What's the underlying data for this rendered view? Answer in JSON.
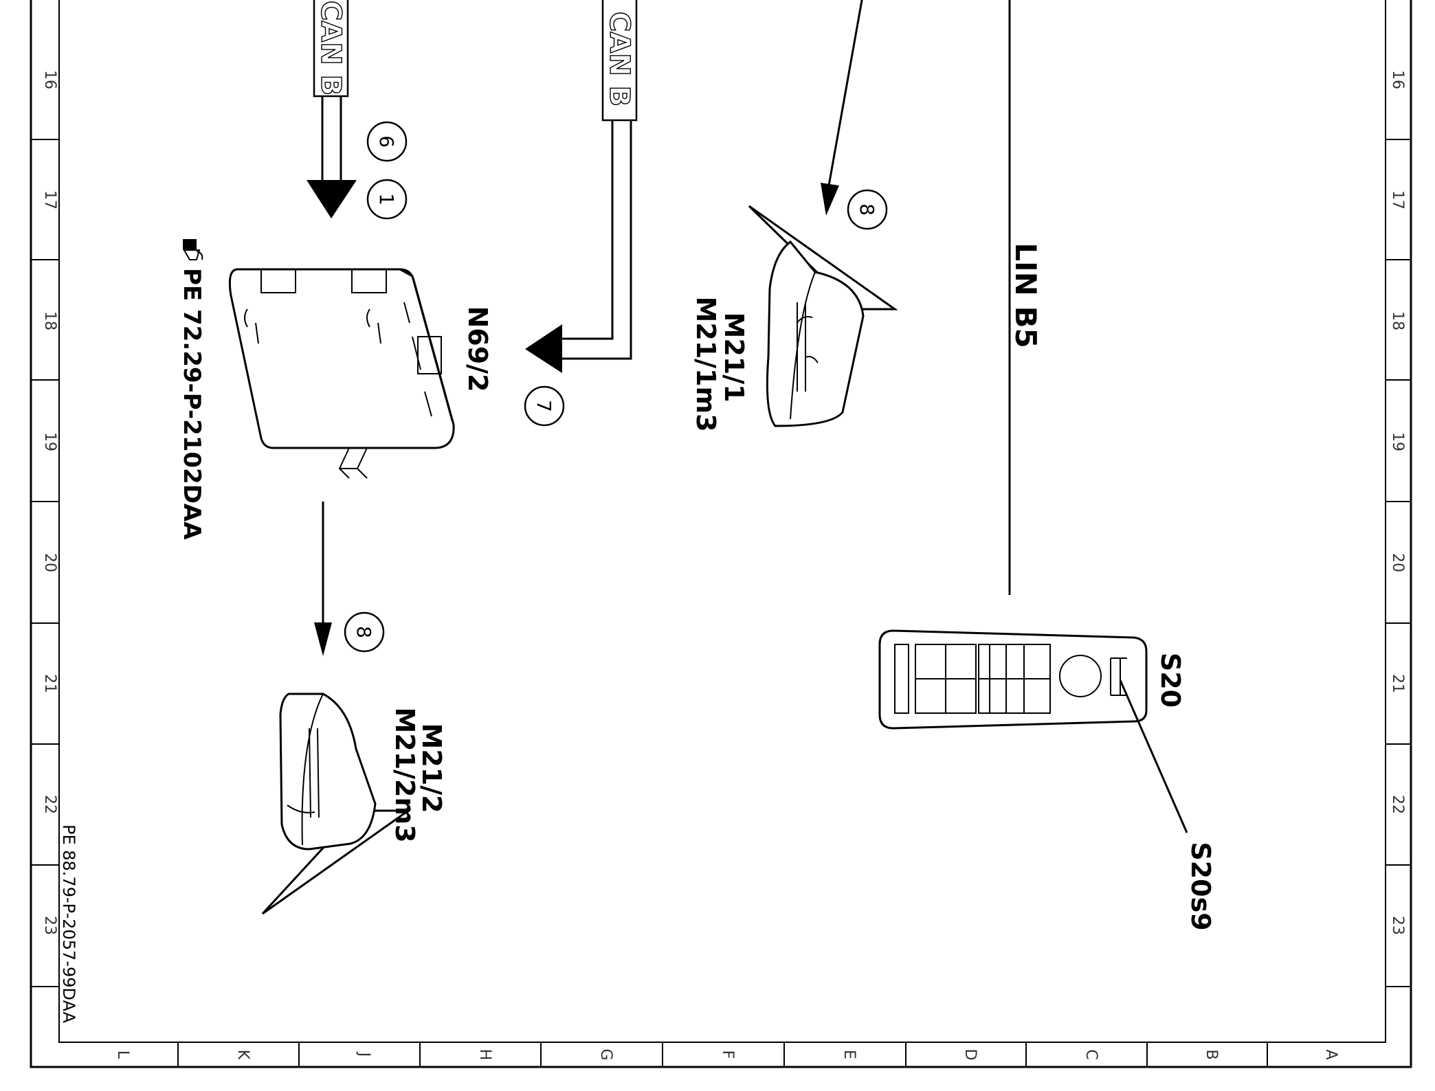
{
  "frame": {
    "row_labels": [
      "16",
      "17",
      "18",
      "19",
      "20",
      "21",
      "22",
      "23"
    ],
    "col_labels": [
      "L",
      "K",
      "J",
      "H",
      "G",
      "F",
      "E",
      "D",
      "C",
      "B",
      "A"
    ]
  },
  "labels": {
    "can_b_left": "CAN B",
    "can_b_right": "CAN B",
    "lin_b5": "LIN B5",
    "n69_2": "N69/2",
    "pe_ref": "PE 72.29-P-2102DAA",
    "m21_1": "M21/1",
    "m21_1m3": "M21/1m3",
    "m21_2": "M21/2",
    "m21_2m3": "M21/2m3",
    "s20": "S20",
    "s20s9": "S20s9",
    "doc_id": "PE 88.79-P-2057-99DAA"
  },
  "callouts": {
    "c6": "6",
    "c1": "1",
    "c7": "7",
    "c8_top": "8",
    "c8_bottom": "8"
  },
  "icons": {
    "pointer": "pointing-hand-icon"
  }
}
